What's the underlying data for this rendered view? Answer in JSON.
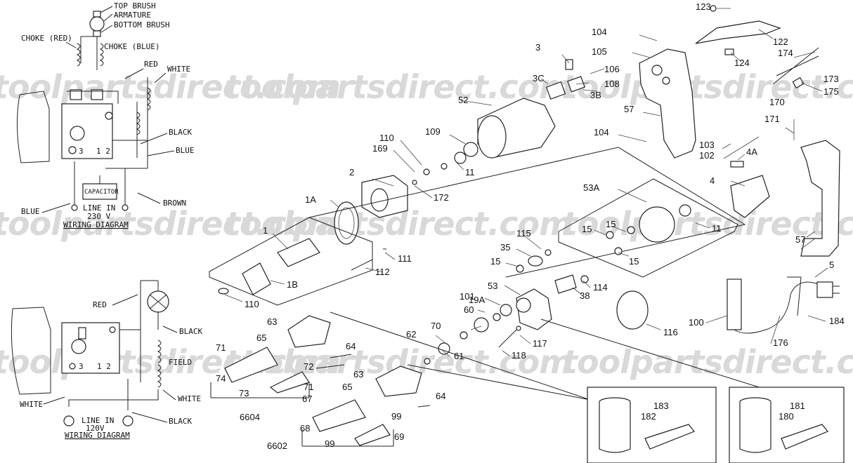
{
  "watermark": "toolpartsdirect.com",
  "wiring_230v": {
    "labels": {
      "top_brush": "TOP BRUSH",
      "armature": "ARMATURE",
      "bottom_brush": "BOTTOM BRUSH",
      "choke_red": "CHOKE (RED)",
      "choke_blue": "CHOKE (BLUE)",
      "red": "RED",
      "white": "WHITE",
      "black": "BLACK",
      "blue_right": "BLUE",
      "brown": "BROWN",
      "blue_left": "BLUE",
      "capacitor": "CAPACITOR",
      "line_in": "LINE IN",
      "voltage": "230 V",
      "title": "WIRING DIAGRAM",
      "term3": "3",
      "term12": "1 2"
    }
  },
  "wiring_120v": {
    "labels": {
      "red": "RED",
      "black_top": "BLACK",
      "field": "FIELD",
      "white_right": "WHITE",
      "white_left": "WHITE",
      "black_bottom": "BLACK",
      "line_in": "LINE IN",
      "voltage": "120V",
      "title": "WIRING DIAGRAM",
      "term3": "3",
      "term12": "1 2"
    }
  },
  "parts": {
    "p123": "123",
    "p122": "122",
    "p124": "124",
    "p174": "174",
    "p173": "173",
    "p175": "175",
    "p170": "170",
    "p171": "171",
    "p104a": "104",
    "p105": "105",
    "p106": "106",
    "p108": "108",
    "p3": "3",
    "p3c": "3C",
    "p3b": "3B",
    "p52": "52",
    "p57a": "57",
    "p104b": "104",
    "p103": "103",
    "p102": "102",
    "p4a": "4A",
    "p4": "4",
    "p57b": "57",
    "p109": "109",
    "p110a": "110",
    "p169": "169",
    "p11a": "11",
    "p2": "2",
    "p172": "172",
    "p1a": "1A",
    "p53a": "53A",
    "p11b": "11",
    "p1": "1",
    "p115": "115",
    "p15a": "15",
    "p15b": "15",
    "p15c": "15",
    "p15d": "15",
    "p35": "35",
    "p111": "111",
    "p112": "112",
    "p1b": "1B",
    "p110b": "110",
    "p114": "114",
    "p38": "38",
    "p53": "53",
    "p101": "101",
    "p19a": "19A",
    "p60": "60",
    "p70": "70",
    "p62": "62",
    "p61": "61",
    "p117": "117",
    "p118": "118",
    "p116": "116",
    "p100": "100",
    "p5": "5",
    "p184": "184",
    "p176": "176",
    "p63a": "63",
    "p65a": "65",
    "p64a": "64",
    "p71a": "71",
    "p72": "72",
    "p74": "74",
    "p73": "73",
    "p71b": "71",
    "p6604": "6604",
    "p63b": "63",
    "p65b": "65",
    "p64b": "64",
    "p67": "67",
    "p99a": "99",
    "p68": "68",
    "p99b": "99",
    "p69": "69",
    "p6602": "6602",
    "p183": "183",
    "p182": "182",
    "p181": "181",
    "p180": "180"
  }
}
